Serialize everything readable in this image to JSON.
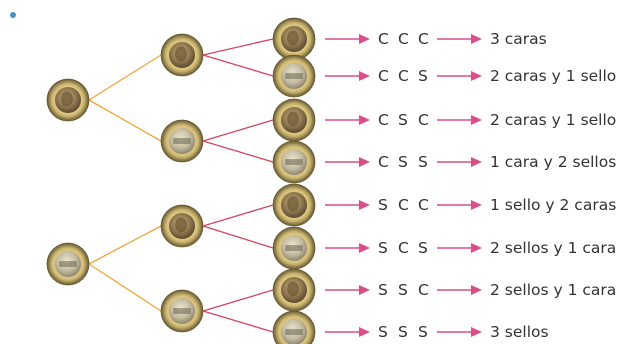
{
  "colors": {
    "bullet": "#4a90c9",
    "first_branch": "#f0a63a",
    "second_branch": "#d2455f",
    "arrow": "#d94f8a",
    "text": "#333333"
  },
  "coin_faces": {
    "C": "cara",
    "S": "sello"
  },
  "tree": {
    "level1": [
      "C",
      "S"
    ],
    "level2": [
      "C",
      "S",
      "C",
      "S"
    ],
    "level3": [
      "C",
      "S",
      "C",
      "S",
      "C",
      "S",
      "C",
      "S"
    ]
  },
  "rows": [
    {
      "seq": [
        "C",
        "C",
        "C"
      ],
      "result": "3 caras"
    },
    {
      "seq": [
        "C",
        "C",
        "S"
      ],
      "result": "2 caras y 1 sello"
    },
    {
      "seq": [
        "C",
        "S",
        "C"
      ],
      "result": "2 caras y 1 sello"
    },
    {
      "seq": [
        "C",
        "S",
        "S"
      ],
      "result": "1 cara y 2 sellos"
    },
    {
      "seq": [
        "S",
        "C",
        "C"
      ],
      "result": "1 sello y 2 caras"
    },
    {
      "seq": [
        "S",
        "C",
        "S"
      ],
      "result": "2 sellos y 1 cara"
    },
    {
      "seq": [
        "S",
        "S",
        "C"
      ],
      "result": "2 sellos y 1 cara"
    },
    {
      "seq": [
        "S",
        "S",
        "S"
      ],
      "result": "3 sellos"
    }
  ]
}
